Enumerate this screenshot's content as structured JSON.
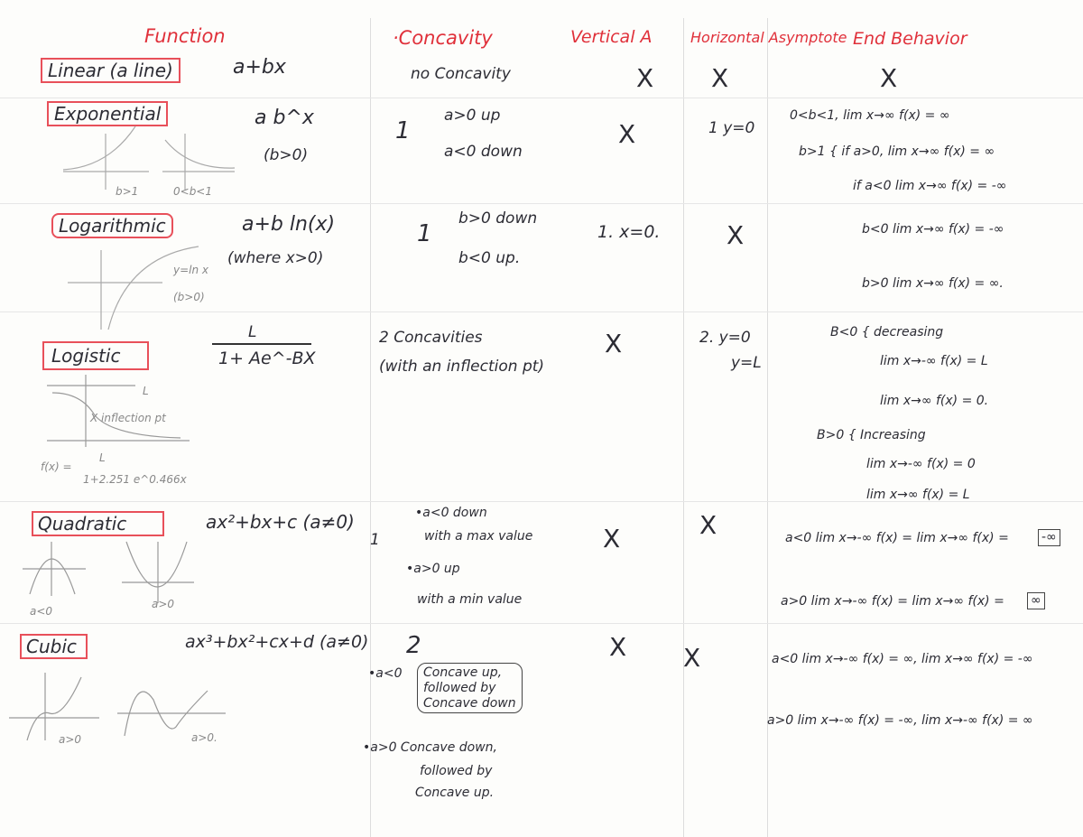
{
  "headers": [
    "Function",
    "·Concavity",
    "Vertical A",
    "Horizontal Asymptote",
    "End Behavior"
  ],
  "rows": [
    {
      "name": "Linear (a line)",
      "formula": "a+bx",
      "concavity": [
        "no Concavity"
      ],
      "vertical": "X",
      "horizontal": "X",
      "end": [
        "X"
      ]
    },
    {
      "name": "Exponential",
      "formula": "a b^x",
      "formula_note": "(b>0)",
      "graph_labels": [
        "b>1",
        "0<b<1"
      ],
      "concavity": [
        "1",
        "a>0 up",
        "a<0 down"
      ],
      "vertical": "X",
      "horizontal": "1 y=0",
      "end": [
        "0<b<1, lim x→∞ f(x) = ∞",
        "b>1 { if a>0, lim x→∞ f(x) = ∞",
        "if a<0 lim x→∞ f(x) = -∞"
      ]
    },
    {
      "name": "Logarithmic",
      "formula": "a+b ln(x)",
      "formula_note": "(where x>0)",
      "graph_labels": [
        "y=ln x",
        "(b>0)"
      ],
      "concavity": [
        "1",
        "b>0 down",
        "b<0 up."
      ],
      "vertical": "1. x=0.",
      "horizontal": "X",
      "end": [
        "b<0 lim x→∞ f(x) = -∞",
        "b>0 lim x→∞ f(x) = ∞."
      ]
    },
    {
      "name": "Logistic",
      "formula_num": "L",
      "formula_den": "1+ Ae^-BX",
      "graph_labels": [
        "L",
        "X inflection pt",
        "f(x) =",
        "L",
        "1+2.251 e^0.466x"
      ],
      "concavity": [
        "2 Concavities",
        "(with an inflection pt)"
      ],
      "vertical": "X",
      "horizontal": [
        "2. y=0",
        "y=L"
      ],
      "end": [
        "B<0 { decreasing",
        "lim x→-∞ f(x) = L",
        "lim x→∞ f(x) = 0.",
        "B>0 { Increasing",
        "lim x→-∞ f(x) = 0",
        "lim x→∞ f(x) = L"
      ]
    },
    {
      "name": "Quadratic",
      "formula": "ax²+bx+c (a≠0)",
      "graph_labels": [
        "a<0",
        "a>0"
      ],
      "concavity": [
        "1",
        "•a<0 down",
        "with a max value",
        "•a>0 up",
        "with a min value"
      ],
      "vertical": "X",
      "horizontal": "X",
      "end": [
        "a<0 lim x→-∞ f(x) = lim x→∞ f(x) =",
        "-∞",
        "a>0 lim x→-∞ f(x) = lim x→∞ f(x) =",
        "∞"
      ]
    },
    {
      "name": "Cubic",
      "formula": "ax³+bx²+cx+d (a≠0)",
      "graph_labels": [
        "a>0",
        "a>0."
      ],
      "concavity": [
        "2",
        "•a<0",
        "Concave up,",
        "followed by",
        "Concave down",
        "•a>0 Concave down,",
        "followed by",
        "Concave up."
      ],
      "vertical": "X",
      "horizontal": "X",
      "end": [
        "a<0 lim x→-∞ f(x) = ∞, lim x→∞ f(x) = -∞",
        "a>0 lim x→-∞ f(x) = -∞, lim x→-∞ f(x) = ∞"
      ]
    }
  ],
  "colors": {
    "heading": "#e0303a",
    "box": "#e8505a",
    "ink": "#2c2c34",
    "pencil": "#999999"
  }
}
